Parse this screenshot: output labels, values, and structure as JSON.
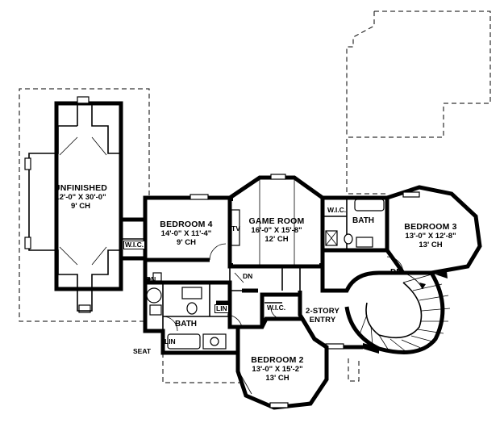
{
  "plan": {
    "rooms": [
      {
        "id": "unfinished",
        "name": "UNFINISHED",
        "dims": "12'-0\" X 30'-0\"",
        "ceiling": "9' CH"
      },
      {
        "id": "bedroom4",
        "name": "BEDROOM 4",
        "dims": "14'-0\" X 11'-4\"",
        "ceiling": "9' CH"
      },
      {
        "id": "gameroom",
        "name": "GAME ROOM",
        "dims": "16'-0\" X 15'-8\"",
        "ceiling": "12' CH"
      },
      {
        "id": "bedroom3",
        "name": "BEDROOM 3",
        "dims": "13'-0\" X 12'-8\"",
        "ceiling": "13' CH"
      },
      {
        "id": "bedroom2",
        "name": "BEDROOM 2",
        "dims": "13'-0\" X 15'-2\"",
        "ceiling": "13' CH"
      }
    ],
    "labels": {
      "wic_bed4": "W.I.C.",
      "wic_bath3": "W.I.C.",
      "wic_bed2": "W.I.C.",
      "bath_upper": "BATH",
      "bath_lower": "BATH",
      "tv": "TV",
      "dn_hall": "DN",
      "dn_game": "DN",
      "dn_stair": "DN",
      "lin_1": "LIN",
      "lin_2": "LIN",
      "seat": "SEAT",
      "entry_line1": "2-STORY",
      "entry_line2": "ENTRY"
    }
  }
}
